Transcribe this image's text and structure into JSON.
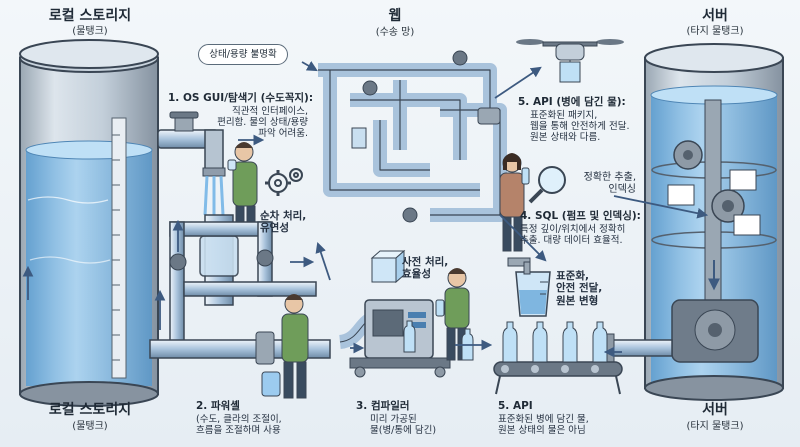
{
  "labels": {
    "local_title": "로컬 스토리지",
    "local_sub": "(물탱크)",
    "local_bottom_title": "로컬 스토리지",
    "local_bottom_sub": "(물탱크)",
    "web_title": "웹",
    "web_sub": "(수송 망)",
    "server_title": "서버",
    "server_sub": "(타지 물탱크)",
    "server_bottom_title": "서버",
    "server_bottom_sub": "(타지 물탱크)",
    "bubble_status": "상태/용량 불명확",
    "step1_title": "1. OS GUI/탐색기 (수도꼭지):",
    "step1_desc": [
      "직관적 인터페이스,",
      "편리함. 물의 상태/용량",
      "파악 어려움."
    ],
    "seq_note": [
      "순차 처리,",
      "유연성"
    ],
    "step2_title": "2. 파워셸",
    "step2_desc": [
      "(수도, 클라의 조절이,",
      "흐름을 조절하며 사용"
    ],
    "step3_title": "3. 컴파일러",
    "step3_desc": [
      "미리 가공된",
      "물(병/통에 담긴)"
    ],
    "pre_note": [
      "사전 처리,",
      "효율성"
    ],
    "step5a_title": "5. API",
    "step5a_desc": [
      "표준화된 병에 담긴 물,",
      "원본 상태의 물은 아님"
    ],
    "std_note": [
      "표준화,",
      "안전 전달,",
      "원본 변형"
    ],
    "step4_title": "4. SQL (펌프 및 인덱싱):",
    "step4_desc": [
      "특정 깊이/위치에서 정확히",
      "추출. 대량 데이터 효율적."
    ],
    "extract_note": [
      "정확한 추출,",
      "인덱싱"
    ],
    "step5b_title": "5. API (병에 담긴 물):",
    "step5b_desc": [
      "표준화된 패키지,",
      "웹을 통해 안전하게 전달.",
      "원본 상태와 다름."
    ]
  },
  "icons": [
    "water-tank-icon",
    "faucet-icon",
    "gear-icon",
    "pipe-network-icon",
    "drone-icon",
    "magnifier-icon",
    "compiler-machine-icon",
    "bottle-icon",
    "conveyor-icon",
    "pump-icon",
    "measuring-cup-icon",
    "ice-cube-icon",
    "person-icon"
  ],
  "colors": {
    "water": "#7fb6e0",
    "pipe": "#a9bfd4",
    "metal": "#8e9aa6",
    "outline": "#3a4654",
    "arrow": "#3d5a80"
  }
}
